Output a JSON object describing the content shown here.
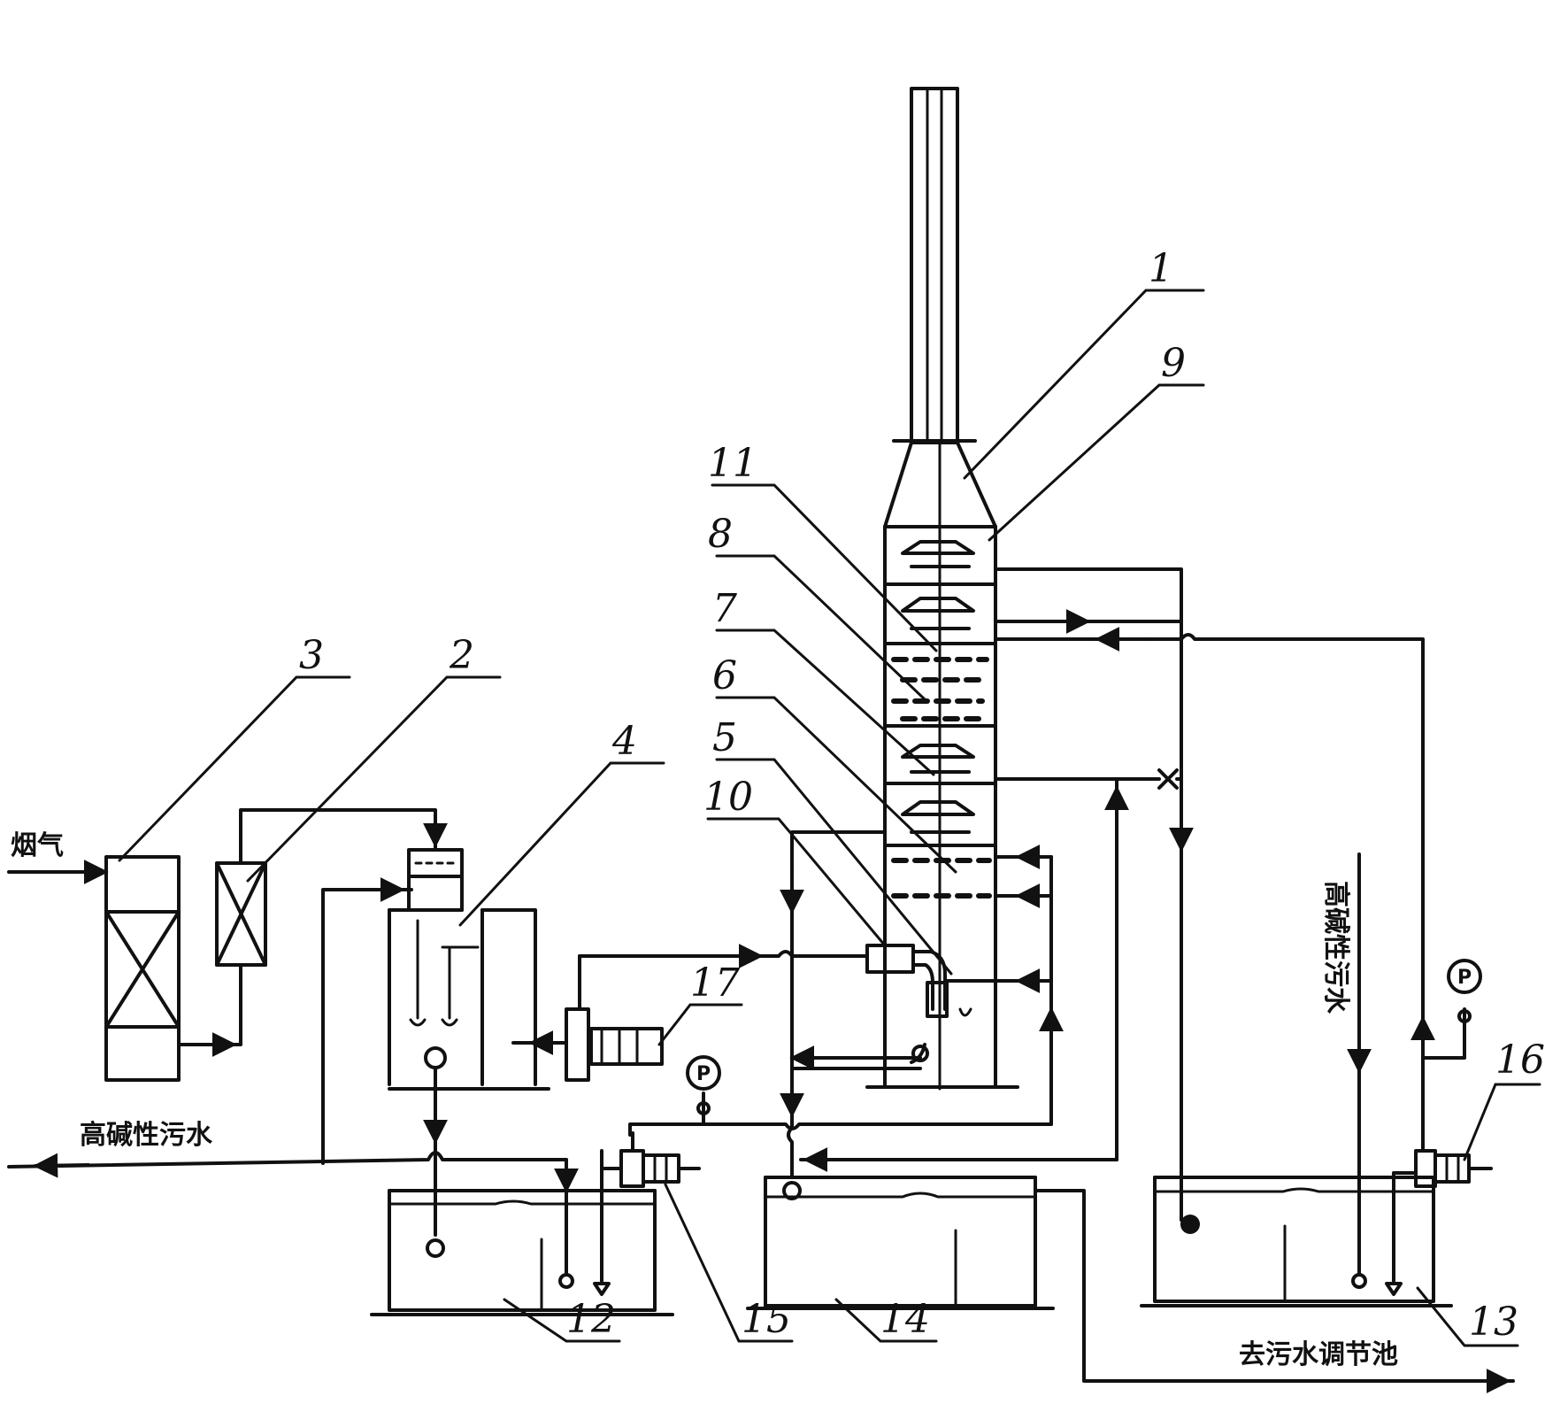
{
  "labels": {
    "flue_gas": "烟气",
    "alkaline_wastewater_in_left": "高碱性污水",
    "alkaline_wastewater_in_right": "高碱性污水",
    "to_regulating_tank": "去污水调节池",
    "pressure_gauge": "P"
  },
  "components": [
    {
      "id": "1"
    },
    {
      "id": "2"
    },
    {
      "id": "3"
    },
    {
      "id": "4"
    },
    {
      "id": "5"
    },
    {
      "id": "6"
    },
    {
      "id": "7"
    },
    {
      "id": "8"
    },
    {
      "id": "9"
    },
    {
      "id": "10"
    },
    {
      "id": "11"
    },
    {
      "id": "12"
    },
    {
      "id": "13"
    },
    {
      "id": "14"
    },
    {
      "id": "15"
    },
    {
      "id": "16"
    },
    {
      "id": "17"
    }
  ]
}
